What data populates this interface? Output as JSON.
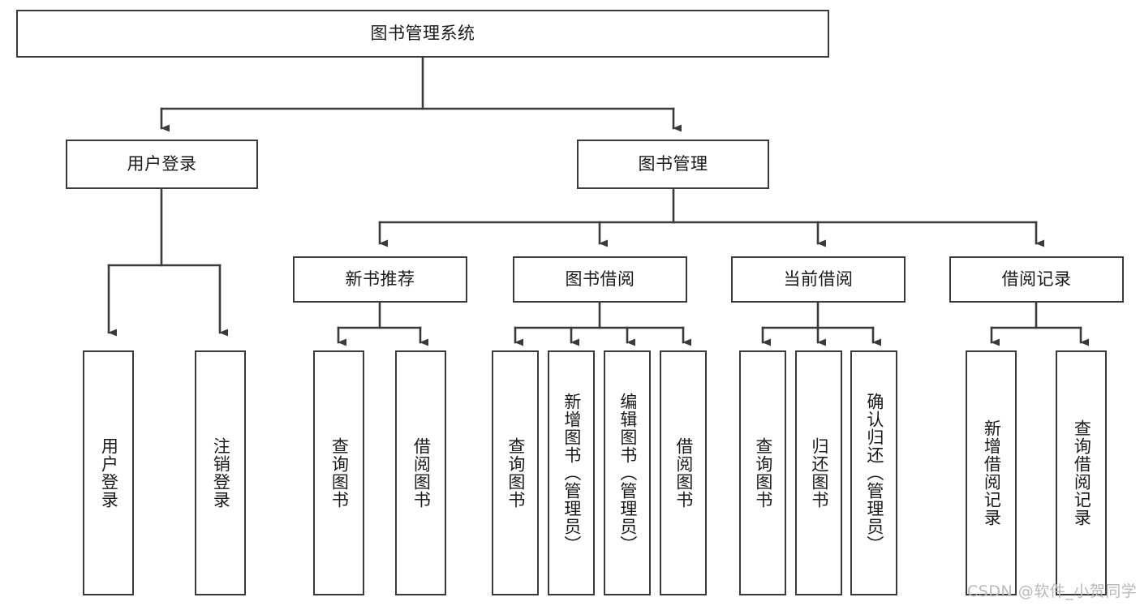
{
  "diagram": {
    "title_node": {
      "label": "图书管理系统"
    },
    "level2": [
      {
        "id": "user-login",
        "label": "用户登录"
      },
      {
        "id": "book-management",
        "label": "图书管理"
      }
    ],
    "level3": [
      {
        "id": "new-book-recommend",
        "label": "新书推荐"
      },
      {
        "id": "book-borrow",
        "label": "图书借阅"
      },
      {
        "id": "current-borrow",
        "label": "当前借阅"
      },
      {
        "id": "borrow-record",
        "label": "借阅记录"
      }
    ],
    "leaves": {
      "user_login": [
        {
          "id": "leaf-user-login",
          "label": "用户登录"
        },
        {
          "id": "leaf-logout-login",
          "label": "注销登录"
        }
      ],
      "new_book_recommend": [
        {
          "id": "leaf-query-book-1",
          "label": "查询图书"
        },
        {
          "id": "leaf-borrow-book-1",
          "label": "借阅图书"
        }
      ],
      "book_borrow": [
        {
          "id": "leaf-query-book-2",
          "label": "查询图书"
        },
        {
          "id": "leaf-add-book",
          "label": "新增图书（管理员）"
        },
        {
          "id": "leaf-edit-book",
          "label": "编辑图书（管理员）"
        },
        {
          "id": "leaf-borrow-book-2",
          "label": "借阅图书"
        }
      ],
      "current_borrow": [
        {
          "id": "leaf-query-book-3",
          "label": "查询图书"
        },
        {
          "id": "leaf-return-book",
          "label": "归还图书"
        },
        {
          "id": "leaf-confirm-return",
          "label": "确认归还（管理员）"
        }
      ],
      "borrow_record": [
        {
          "id": "leaf-add-borrow-record",
          "label": "新增借阅记录"
        },
        {
          "id": "leaf-query-borrow-record",
          "label": "查询借阅记录"
        }
      ]
    },
    "watermark": {
      "text": "CSDN @软件_小贺同学"
    },
    "colors": {
      "line": "#3a3a3a",
      "box_border": "#3a3a3a",
      "box_fill": "#ffffff",
      "text": "#1a1a1a",
      "watermark": "#b9b9b9",
      "background": "#ffffff"
    }
  }
}
